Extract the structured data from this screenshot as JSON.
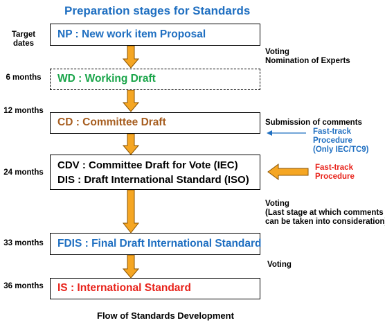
{
  "title": "Preparation stages for Standards",
  "caption": "Flow of Standards Development",
  "stages": [
    {
      "id": "np",
      "time": [
        "Target",
        "dates"
      ],
      "line1": "NP : New work item Proposal",
      "color": "#1f6fc1"
    },
    {
      "id": "wd",
      "time": [
        "6 months"
      ],
      "line1": "WD : Working Draft",
      "color": "#1aa54a"
    },
    {
      "id": "cd",
      "time": [
        "12 months"
      ],
      "line1": "CD : Committee Draft",
      "color": "#a65d1f"
    },
    {
      "id": "cdv",
      "time": [
        "24 months"
      ],
      "line1": "CDV : Committee Draft for Vote   (IEC)",
      "line2": "DIS : Draft International Standard (ISO)",
      "color": "#000000"
    },
    {
      "id": "fdis",
      "time": [
        "33 months"
      ],
      "line1": "FDIS : Final Draft International Standard",
      "color": "#1f6fc1"
    },
    {
      "id": "is",
      "time": [
        "36 months"
      ],
      "line1": "IS : International Standard",
      "color": "#e8221a"
    }
  ],
  "notes": {
    "voting1": [
      "Voting",
      "Nomination of Experts"
    ],
    "submission": "Submission of comments",
    "fast_track_iec": [
      "Fast-track",
      "Procedure",
      "(Only IEC/TC9)"
    ],
    "fast_track": [
      "Fast-track",
      "Procedure"
    ],
    "voting2": [
      "Voting",
      "(Last stage at which comments",
      "can be taken into consideration)"
    ],
    "voting3": "Voting"
  },
  "colors": {
    "arrow_fill": "#f5a623",
    "arrow_stroke": "#8a5300",
    "blue": "#1f6fc1",
    "red": "#e8221a"
  }
}
